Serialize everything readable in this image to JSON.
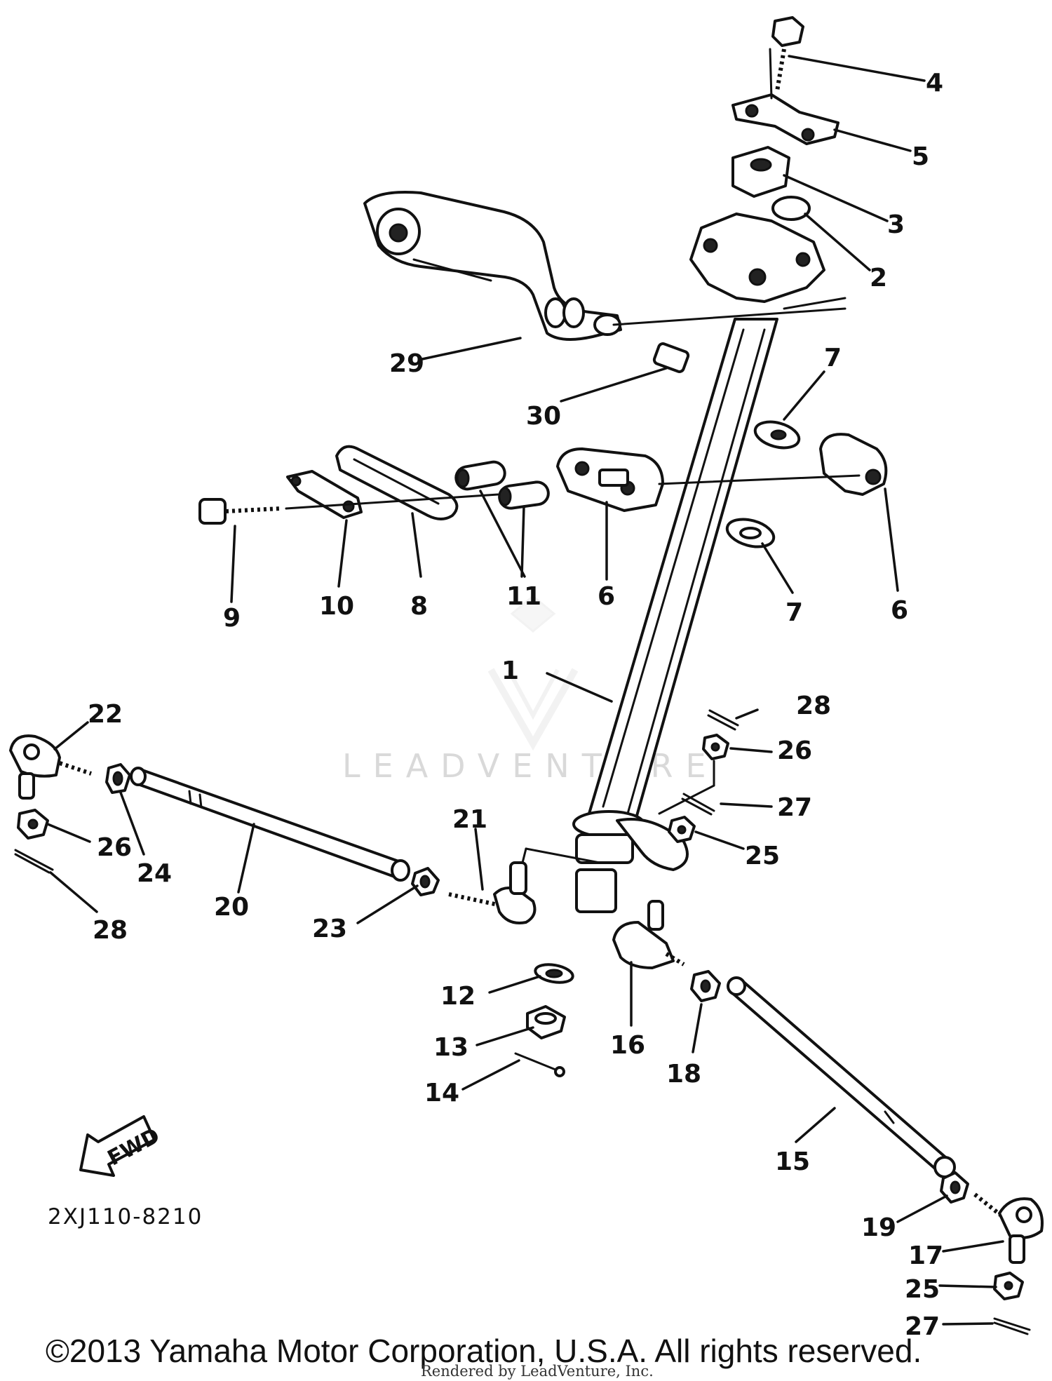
{
  "diagram": {
    "callouts": {
      "p1": "1",
      "p2": "2",
      "p3": "3",
      "p4": "4",
      "p5": "5",
      "p6a": "6",
      "p6b": "6",
      "p7a": "7",
      "p7b": "7",
      "p8": "8",
      "p9": "9",
      "p10": "10",
      "p11": "11",
      "p12": "12",
      "p13": "13",
      "p14": "14",
      "p15": "15",
      "p16": "16",
      "p17": "17",
      "p18": "18",
      "p19": "19",
      "p20": "20",
      "p21": "21",
      "p22": "22",
      "p23": "23",
      "p24": "24",
      "p25a": "25",
      "p25b": "25",
      "p26a": "26",
      "p26b": "26",
      "p27a": "27",
      "p27b": "27",
      "p28a": "28",
      "p28b": "28",
      "p29": "29",
      "p30": "30"
    },
    "fwd_label": "FWD",
    "diagram_code": "2XJ110-8210",
    "watermark": "LEADVENTURE",
    "copyright": "©2013 Yamaha Motor Corporation, U.S.A. All rights reserved.",
    "rendered_by": "Rendered by LeadVenture, Inc."
  }
}
